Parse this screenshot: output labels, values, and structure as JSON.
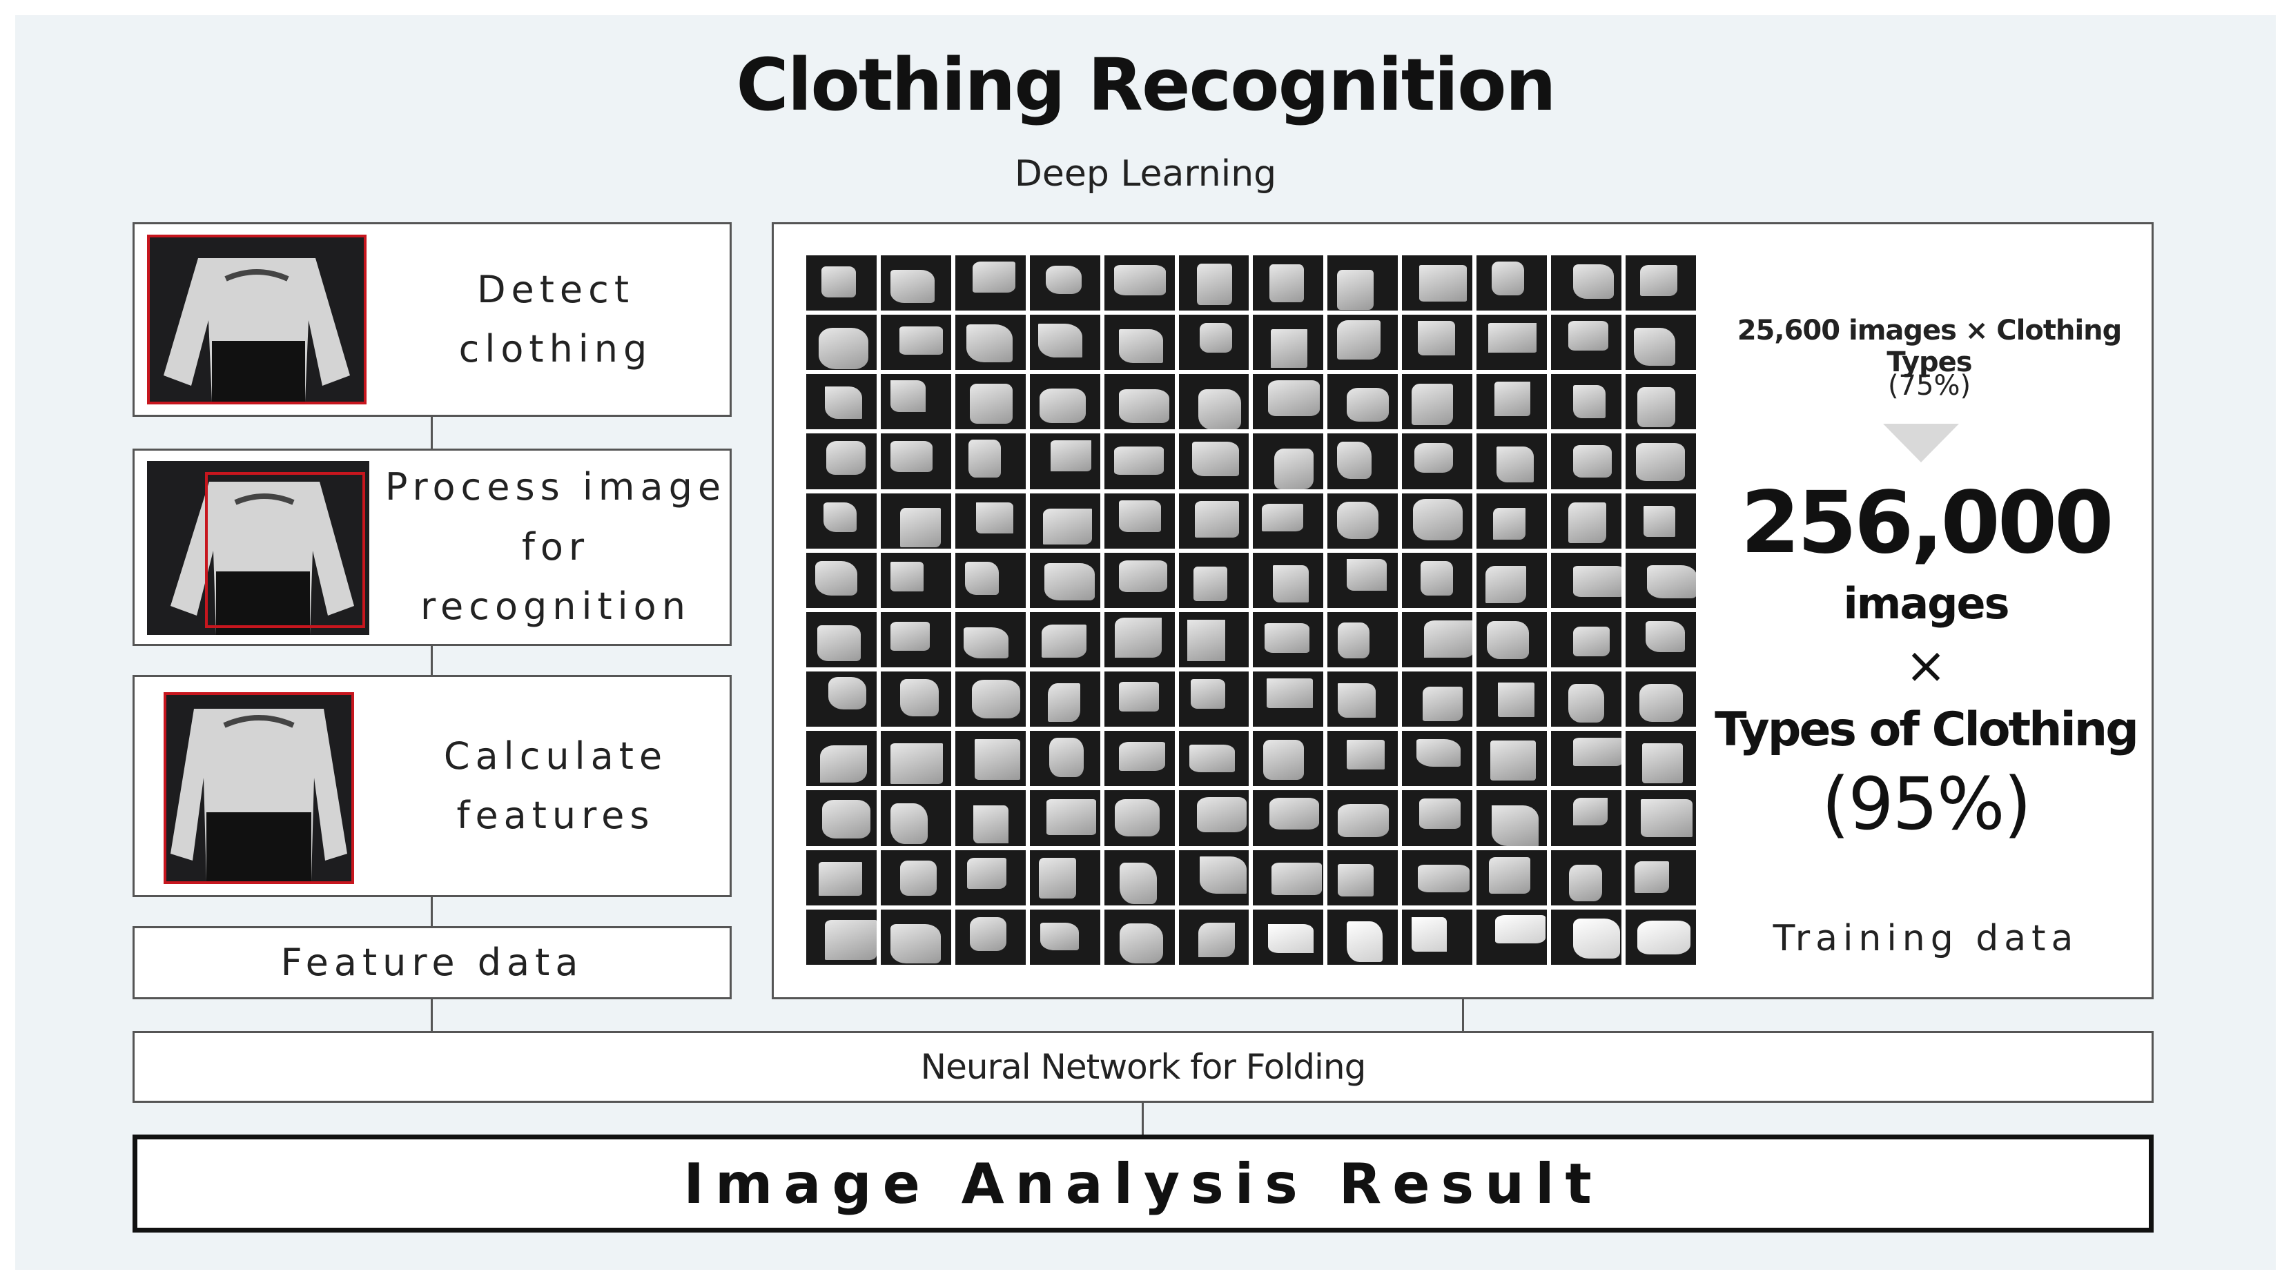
{
  "title": "Clothing Recognition",
  "subtitle": "Deep Learning",
  "steps": [
    {
      "label": "Detect\nclothing"
    },
    {
      "label": "Process image\nfor\nrecognition"
    },
    {
      "label": "Calculate\nfeatures"
    }
  ],
  "feature_data": "Feature data",
  "training": {
    "top_caption": "25,600 images × Clothing Types",
    "top_percent": "(75%)",
    "big_number": "256,000",
    "images_word": "images",
    "times": "×",
    "types_line": "Types of Clothing",
    "percent": "(95%)",
    "label": "Training data",
    "grid_rows": 12,
    "grid_cols": 12
  },
  "neural_network": "Neural Network for Folding",
  "result": "Image Analysis Result",
  "colors": {
    "background": "#eef3f6",
    "highlight_frame": "#c7161e",
    "arrow": "#d9d9d9"
  }
}
